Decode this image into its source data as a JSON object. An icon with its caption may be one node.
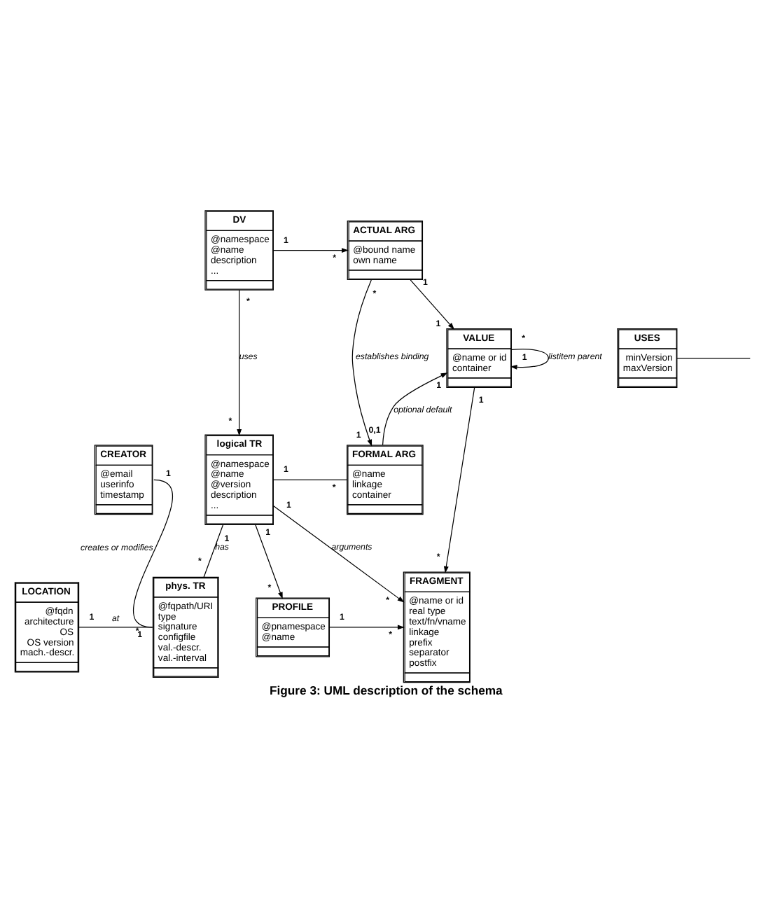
{
  "diagram": {
    "caption": "Figure 3: UML description of the schema",
    "nodes": [
      {
        "text": [
          "ACTUAL ARG",
          "@bound name",
          "own name"
        ]
      },
      {
        "text": [
          "DV",
          "@namespace",
          "@name",
          "description",
          "..."
        ]
      },
      {
        "text": [
          "VALUE",
          "@name or id",
          "container"
        ]
      },
      {
        "text": [
          "USES",
          "minVersion",
          "maxVersion"
        ]
      },
      {
        "text": [
          "FORMAL ARG",
          "@name",
          "linkage",
          "container"
        ]
      },
      {
        "text": [
          "logical TR",
          "@namespace",
          "@name",
          "@version",
          "description",
          "..."
        ]
      },
      {
        "text": [
          "FRAGMENT",
          "@name or id",
          "real type",
          "text/fn/vname",
          "linkage",
          "prefix",
          "separator",
          "postfix"
        ]
      },
      {
        "text": [
          "PROFILE",
          "@pnamespace",
          "@name"
        ]
      },
      {
        "text": [
          "LOCATION",
          "@fqdn",
          "architecture",
          "OS",
          "OS version",
          "mach.-descr."
        ]
      },
      {
        "text": [
          "phys. TR",
          "@fqpath/URI",
          "type",
          "signature",
          "configfile",
          "val.-descr.",
          "val.-interval"
        ]
      },
      {
        "text": [
          "CREATOR",
          "@email",
          "userinfo",
          "timestamp"
        ]
      }
    ],
    "edges": [
      {
        "from": 1,
        "to": 0,
        "arrow": "to"
      },
      {
        "from": 0,
        "to": 2,
        "arrow": "to"
      },
      {
        "from": 2,
        "to": 2,
        "arrow": "to",
        "label": "listitem parent"
      },
      {
        "from": 0,
        "to": 4,
        "arrow": "to",
        "label": "establishes binding"
      },
      {
        "from": 4,
        "to": 2,
        "arrow": "to",
        "label": "optional default"
      },
      {
        "from": 1,
        "to": 5,
        "arrow": "to",
        "label": "uses"
      },
      {
        "from": 5,
        "to": 4,
        "arrow": "none"
      },
      {
        "from": 2,
        "to": 6,
        "arrow": "to"
      },
      {
        "from": 5,
        "to": 6,
        "arrow": "to",
        "label": "arguments"
      },
      {
        "from": 7,
        "to": 6,
        "arrow": "to"
      },
      {
        "from": 5,
        "to": 7,
        "arrow": "to"
      },
      {
        "from": 5,
        "to": 9,
        "arrow": "none",
        "label": "has"
      },
      {
        "from": 8,
        "to": 9,
        "arrow": "none",
        "label": "at"
      },
      {
        "from": 10,
        "to": 9,
        "arrow": "none",
        "label": "creates or modifies"
      },
      {
        "from": 3,
        "to": null,
        "arrow": "none"
      }
    ],
    "labels": [
      "1",
      "*",
      "1",
      "1",
      "1",
      "*",
      "*",
      "*",
      "1",
      "1",
      "1",
      "*",
      "0,1",
      "*",
      "1",
      "*",
      "*",
      "1",
      "*",
      "1",
      "*",
      "1",
      "1",
      "*",
      "1",
      "1",
      "1",
      "*"
    ]
  }
}
